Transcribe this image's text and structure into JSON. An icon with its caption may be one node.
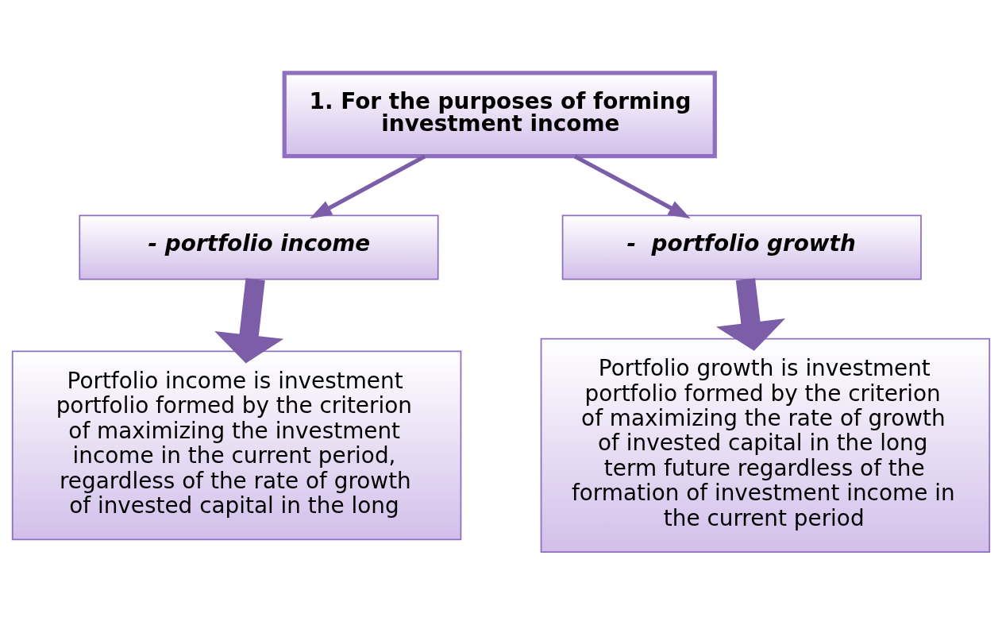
{
  "diagram": {
    "nodes": [
      {
        "text": [
          "1. For the purposes of forming investment income"
        ]
      },
      {
        "text": [
          "- portfolio income"
        ]
      },
      {
        "text": [
          "-  portfolio growth"
        ]
      },
      {
        "text": [
          "Portfolio income is investment portfolio formed by the criterion of maximizing the investment income in the current period, regardless of the rate of growth of invested capital in the long"
        ]
      },
      {
        "text": [
          "Portfolio growth is investment portfolio formed by the criterion of maximizing the rate of growth of invested capital in the long term future regardless of the formation of investment income in the current period"
        ]
      }
    ],
    "edges": [
      {
        "from": 0,
        "to": 1,
        "arrow": "to"
      },
      {
        "from": 0,
        "to": 2,
        "arrow": "to"
      },
      {
        "from": 1,
        "to": 3,
        "arrow": "to",
        "style": "thick"
      },
      {
        "from": 2,
        "to": 4,
        "arrow": "to",
        "style": "thick"
      }
    ]
  }
}
